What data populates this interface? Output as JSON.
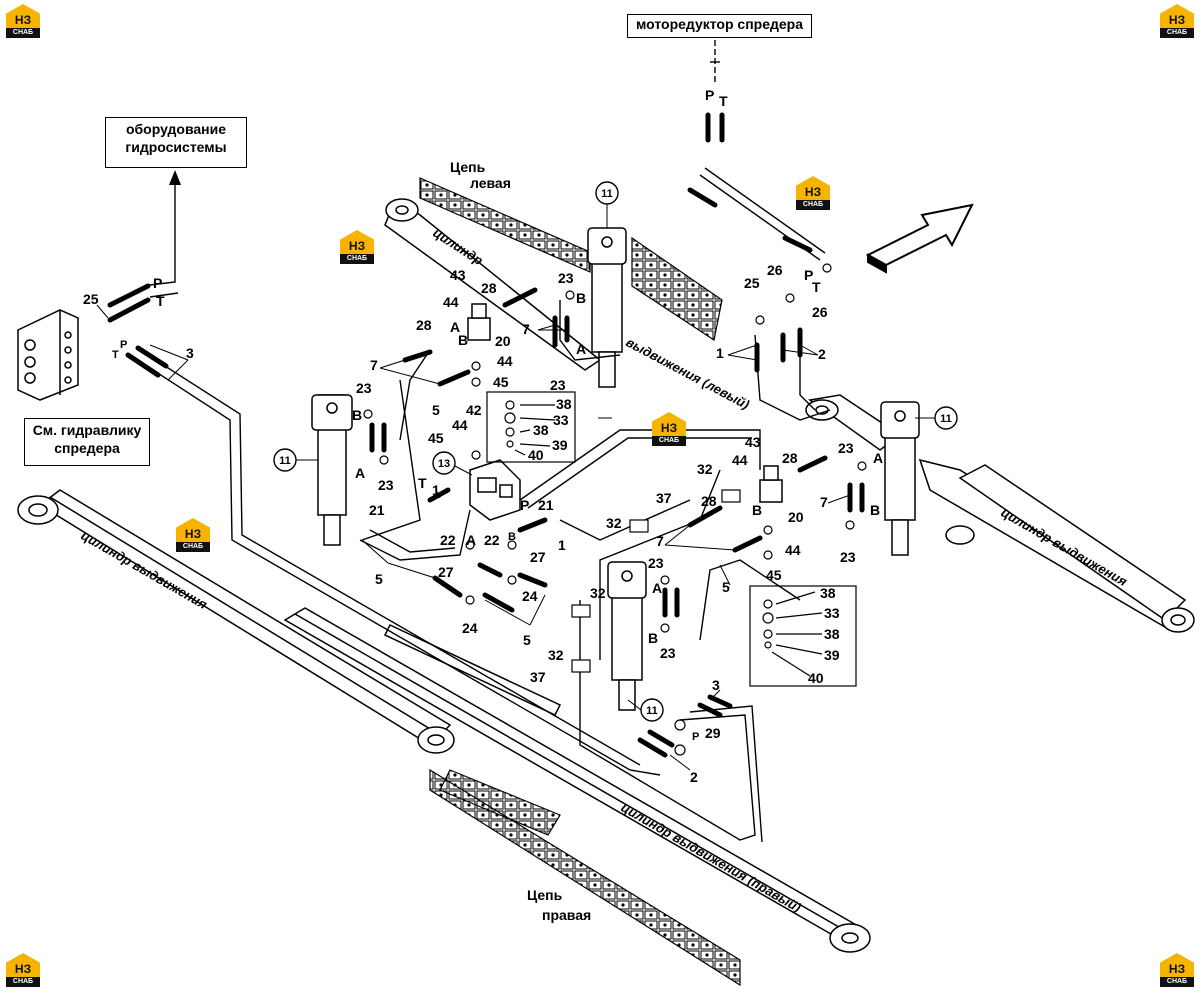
{
  "boxes": {
    "motor_reducer": "моторедуктор спредера",
    "hydro_equipment_line1": "оборудование",
    "hydro_equipment_line2": "гидросистемы",
    "see_hydraulics_line1": "См. гидравлику",
    "see_hydraulics_line2": "спредера"
  },
  "texts": {
    "chain_left_1": "Цепь",
    "chain_left_2": "левая",
    "chain_right_1": "Цепь",
    "chain_right_2": "правая",
    "cylinder_top": "цилиндр",
    "cylinder_ext_left_suffix": "выдвижения (левый)",
    "cylinder_ext_right_side": "цилиндр выдвижения",
    "cylinder_ext_left_long": "цилиндр выдвижения",
    "cylinder_ext_right_long": "цилиндр выдвижения (правый)"
  },
  "logo": {
    "mark": "НЗ",
    "sub": "СНАБ",
    "color": "#f6b400"
  },
  "circled": [
    "11",
    "11",
    "11",
    "11",
    "13"
  ],
  "part_numbers": [
    "1",
    "2",
    "3",
    "5",
    "7",
    "20",
    "21",
    "22",
    "23",
    "24",
    "25",
    "26",
    "27",
    "28",
    "29",
    "32",
    "33",
    "37",
    "38",
    "39",
    "40",
    "42",
    "43",
    "44",
    "45"
  ],
  "port_letters": [
    "P",
    "T",
    "A",
    "B"
  ]
}
